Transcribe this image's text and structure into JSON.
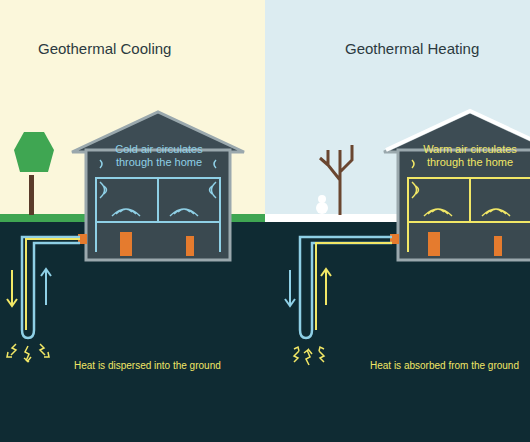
{
  "diagram": {
    "nodes": [
      {
        "text": [
          "Cold air circulates through the home"
        ]
      },
      {
        "text": [
          "Warm air circulates through the home"
        ]
      }
    ],
    "labels": [
      "Geothermal Cooling",
      "Geothermal Heating",
      "Heat is dispersed into the ground",
      "Heat is absorbed from the ground"
    ]
  }
}
